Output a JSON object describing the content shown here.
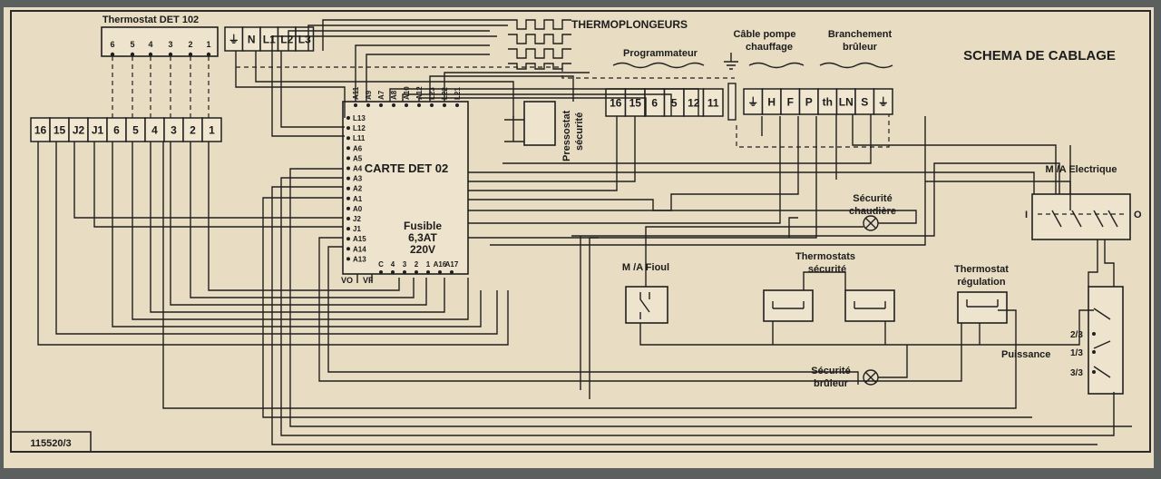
{
  "title": "SCHEMA DE CABLAGE",
  "ref": "115520/3",
  "thermostat_det102": {
    "label": "Thermostat DET 102",
    "pins": [
      "6",
      "5",
      "4",
      "3",
      "2",
      "1"
    ]
  },
  "left_terminal": {
    "cells": [
      "16",
      "15",
      "J2",
      "J1",
      "6",
      "5",
      "4",
      "3",
      "2",
      "1"
    ]
  },
  "power_terminal": {
    "cells": [
      "⏚",
      "N",
      "L1",
      "L2",
      "L3"
    ]
  },
  "thermoplongeurs": "THERMOPLONGEURS",
  "programmateur": {
    "label": "Programmateur",
    "cells": [
      "16",
      "15",
      "6",
      "5",
      "12",
      "11"
    ]
  },
  "cable_pompe": {
    "line1": "Câble pompe",
    "line2": "chauffage"
  },
  "branchement": {
    "line1": "Branchement",
    "line2": "brûleur",
    "cells": [
      "⏚",
      "H",
      "F",
      "P",
      "th",
      "LN",
      "S",
      "⏚"
    ]
  },
  "pressostat": {
    "line1": "Pressostat",
    "line2": "sécurité"
  },
  "carte": {
    "title": "CARTE DET 02",
    "fusible1": "Fusible",
    "fusible2": "6,3AT",
    "fusible3": "220V",
    "top_pins": [
      "A11",
      "A9",
      "A7",
      "A8",
      "A10",
      "A12",
      "L23",
      "L22",
      "L21"
    ],
    "left_pins": [
      "L13",
      "L12",
      "L11",
      "A6",
      "A5",
      "A4",
      "A3",
      "A2",
      "A1",
      "A0",
      "J2",
      "J1",
      "A15",
      "A14",
      "A13"
    ],
    "bottom_pins": [
      "C",
      "4",
      "3",
      "2",
      "1",
      "A16",
      "A17"
    ],
    "vo": "VO",
    "vf": "VF"
  },
  "ma_electrique": {
    "label": "M /A Electrique",
    "left": "I",
    "right": "O"
  },
  "securite_chaudiere": {
    "line1": "Sécurité",
    "line2": "chaudière"
  },
  "thermostats_securite": {
    "line1": "Thermostats",
    "line2": "sécurité"
  },
  "ma_fioul": "M /A Fioul",
  "thermostat_regulation": {
    "line1": "Thermostat",
    "line2": "régulation"
  },
  "puissance": {
    "label": "Puissance",
    "steps": [
      "2/3",
      "1/3",
      "3/3"
    ]
  },
  "securite_bruleur": {
    "line1": "Sécurité",
    "line2": "brûleur"
  }
}
